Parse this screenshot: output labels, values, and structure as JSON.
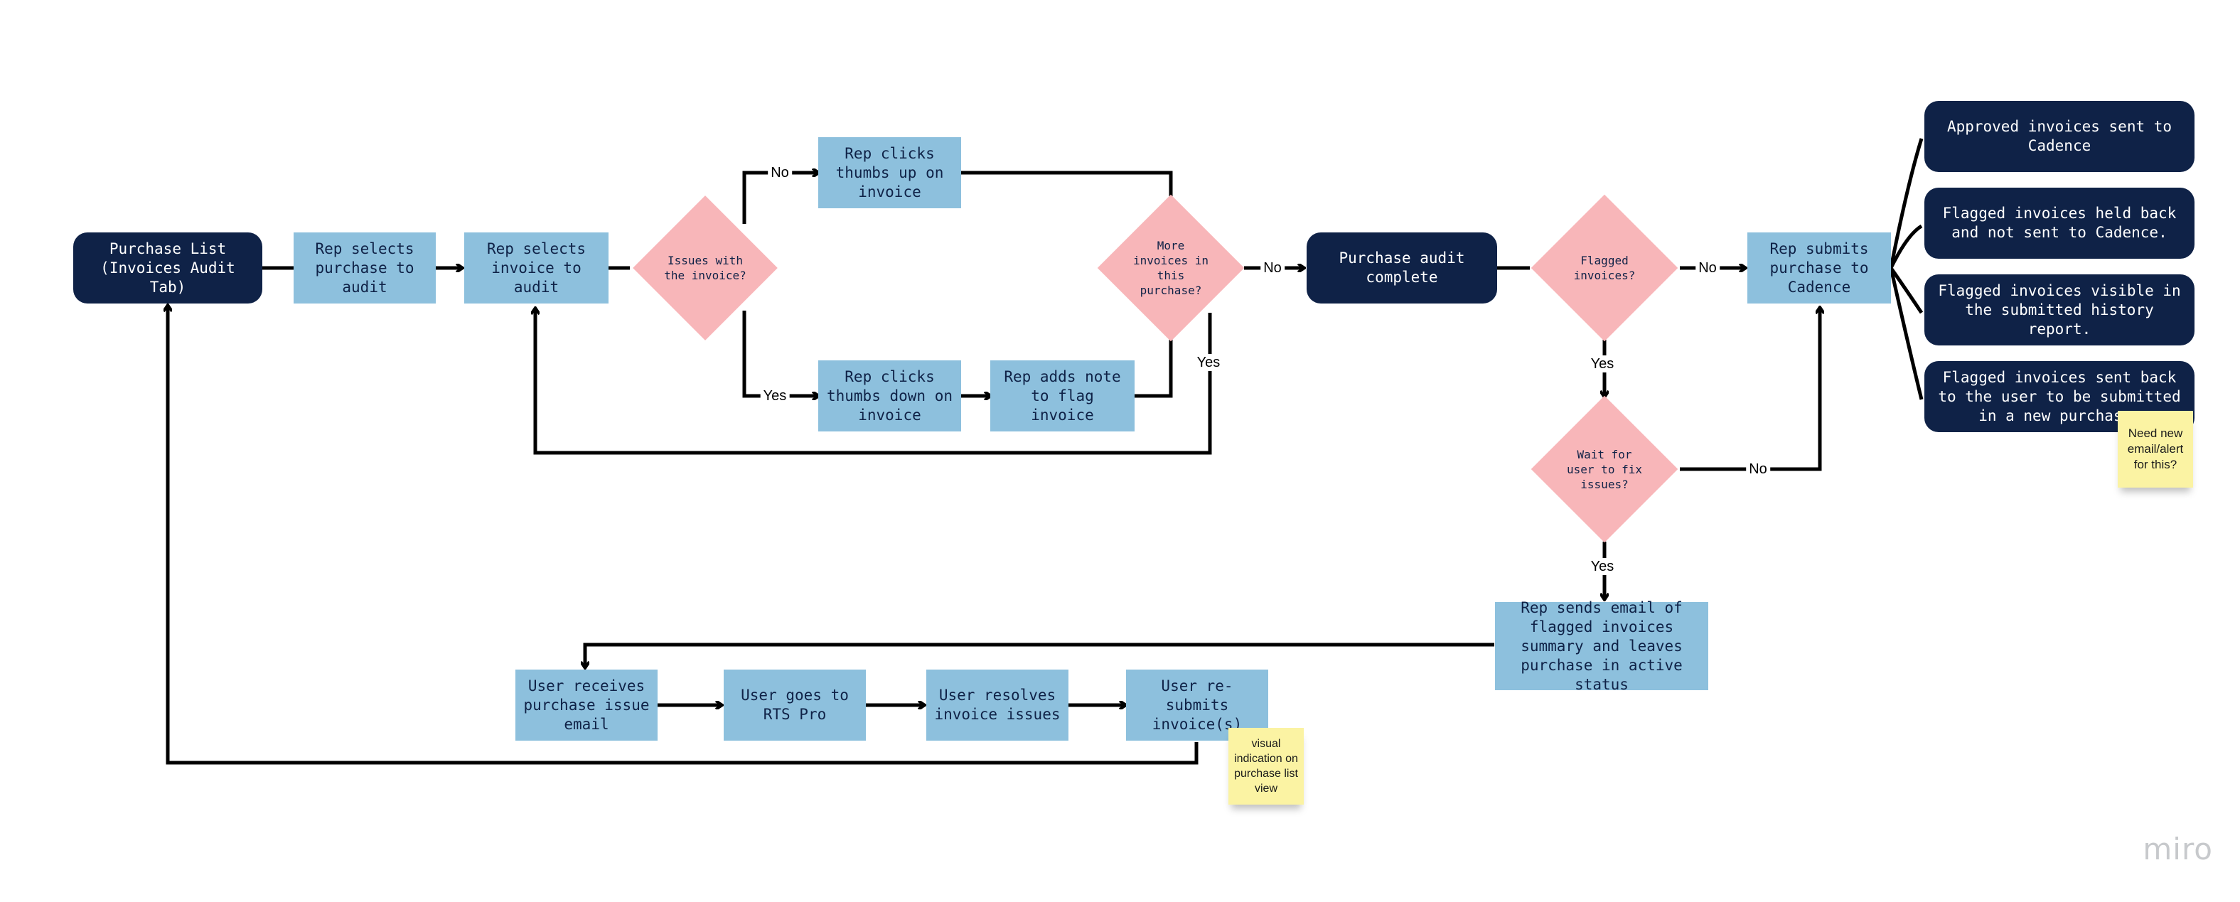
{
  "nodes": {
    "purchase_list": "Purchase List (Invoices Audit Tab)",
    "select_purchase": "Rep selects purchase to audit",
    "select_invoice": "Rep selects invoice to audit",
    "issues_decision": "Issues with the invoice?",
    "thumbs_up": "Rep clicks thumbs up on invoice",
    "thumbs_down": "Rep clicks thumbs down on invoice",
    "add_note": "Rep adds note to flag invoice",
    "more_invoices_decision": "More invoices in this purchase?",
    "audit_complete": "Purchase audit complete",
    "flagged_decision": "Flagged invoices?",
    "submit_purchase": "Rep submits purchase to Cadence",
    "wait_decision": "Wait for user to fix issues?",
    "send_email": "Rep sends email of flagged invoices summary and leaves purchase in active status",
    "user_receives": "User receives purchase issue email",
    "user_goes": "User goes to RTS Pro",
    "user_resolves": "User resolves invoice issues",
    "user_resubmits": "User re-submits invoice(s)",
    "approved_sent": "Approved invoices sent to Cadence",
    "flagged_held": "Flagged invoices held back and not sent to Cadence.",
    "flagged_visible": "Flagged invoices visible in the submitted history report.",
    "flagged_back": "Flagged invoices sent back to the user to be submitted in a new purchase."
  },
  "edge_labels": {
    "issues_no": "No",
    "issues_yes": "Yes",
    "more_no": "No",
    "more_yes": "Yes",
    "flagged_no": "No",
    "flagged_yes": "Yes",
    "wait_no": "No",
    "wait_yes": "Yes"
  },
  "stickies": {
    "new_email": "Need new email/alert for this?",
    "visual_indication": "visual indication on purchase list view"
  },
  "brand": "miro",
  "colors": {
    "dark_node": "#0f2247",
    "process_node": "#8dc0dd",
    "decision_node": "#f8b6b9",
    "sticky_note": "#fbf3a3",
    "connector": "#000000"
  }
}
